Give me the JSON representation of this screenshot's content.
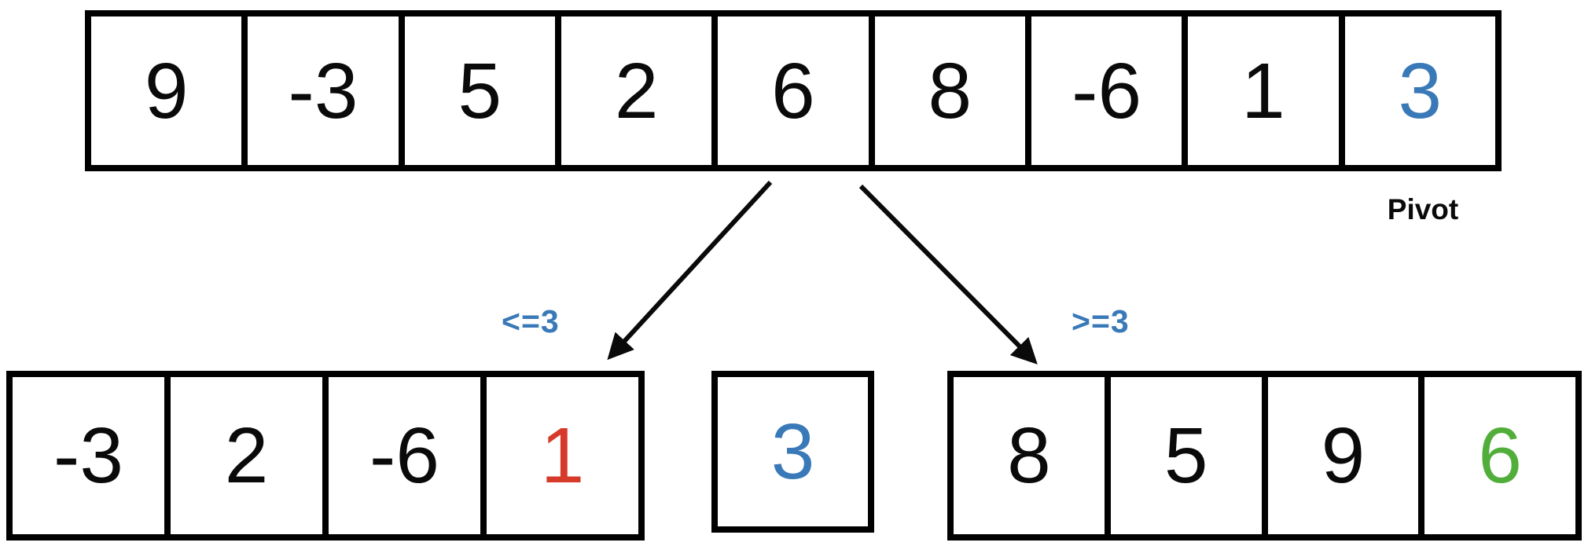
{
  "labels": {
    "pivot": "Pivot",
    "left_condition": "<=3",
    "right_condition": ">=3"
  },
  "top_array": {
    "values": [
      "9",
      "-3",
      "5",
      "2",
      "6",
      "8",
      "-6",
      "1",
      "3"
    ],
    "pivot_value": "3",
    "pivot_index": 8
  },
  "left_array": {
    "values": [
      "-3",
      "2",
      "-6",
      "1"
    ],
    "highlight_value": "1",
    "highlight_index": 3
  },
  "pivot_cell": {
    "value": "3"
  },
  "right_array": {
    "values": [
      "8",
      "5",
      "9",
      "6"
    ],
    "highlight_value": "6",
    "highlight_index": 3
  },
  "colors": {
    "blue": "#3a79b8",
    "red": "#d63a2a",
    "green": "#52ae3a",
    "black": "#0a0a0a"
  }
}
